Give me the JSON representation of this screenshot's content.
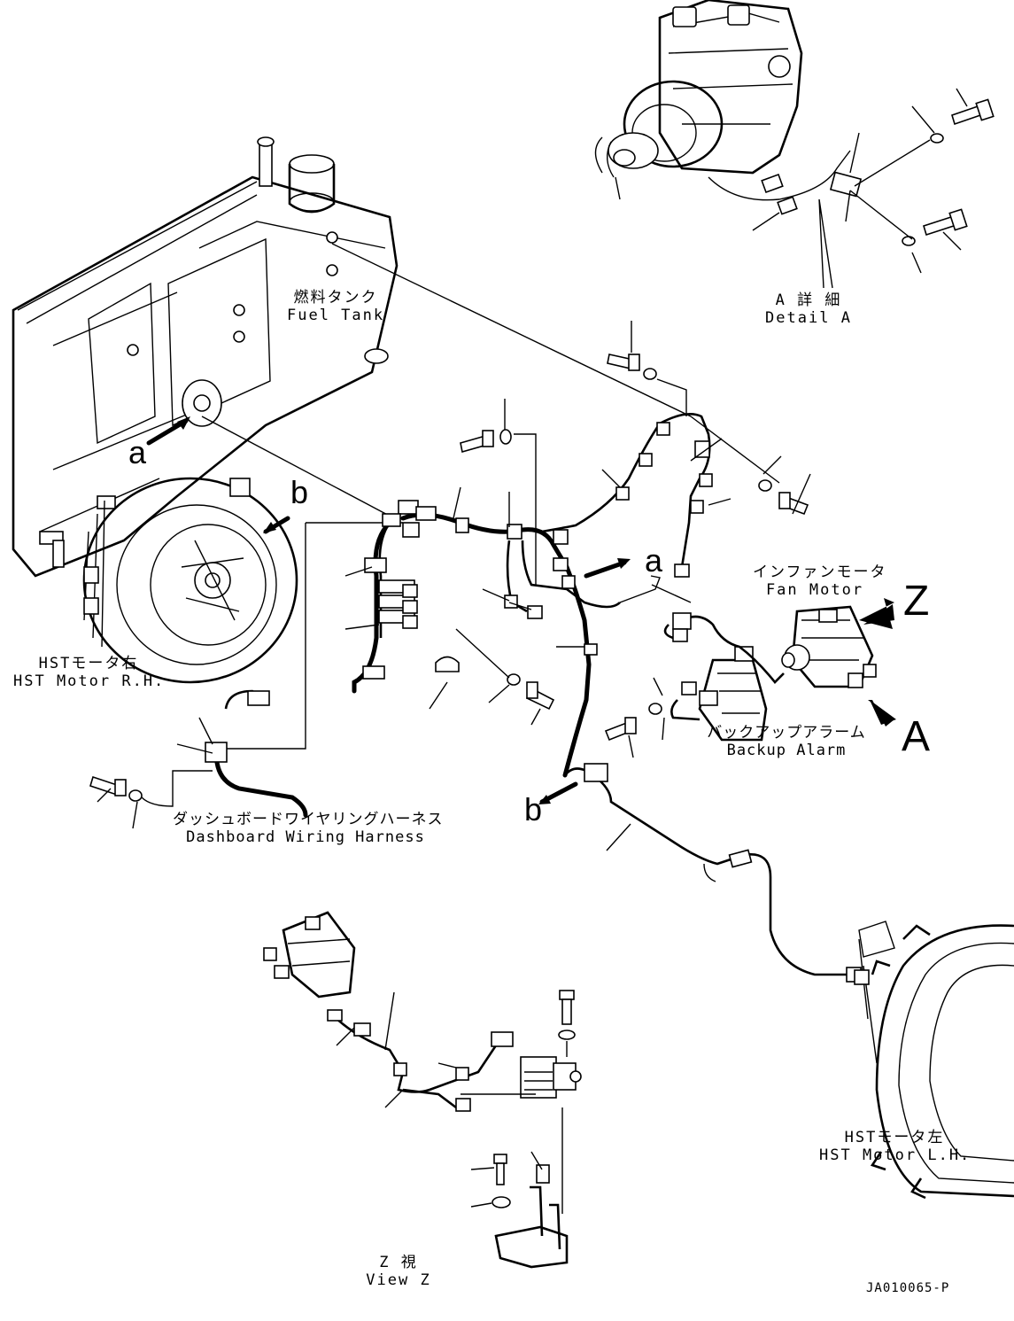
{
  "labels": {
    "fuel_tank_jp": "燃料タンク",
    "fuel_tank_en": "Fuel Tank",
    "detail_a_jp": "A 詳 細",
    "detail_a_en": "Detail A",
    "fan_motor_jp": "インファンモータ",
    "fan_motor_en": "Fan Motor",
    "backup_alarm_jp": "バックアップアラーム",
    "backup_alarm_en": "Backup Alarm",
    "hst_rh_jp": "HSTモータ右",
    "hst_rh_en": "HST Motor R.H.",
    "hst_lh_jp": "HSTモータ左",
    "hst_lh_en": "HST Motor L.H.",
    "dashboard_jp": "ダッシュボードワイヤリングハーネス",
    "dashboard_en": "Dashboard Wiring Harness",
    "view_z_jp": "Z 視",
    "view_z_en": "View Z"
  },
  "markers": {
    "a_left": "a",
    "a_right": "a",
    "b_top": "b",
    "b_bottom": "b",
    "z": "Z",
    "a_arrow": "A"
  },
  "drawing_code": "JA010065-P"
}
